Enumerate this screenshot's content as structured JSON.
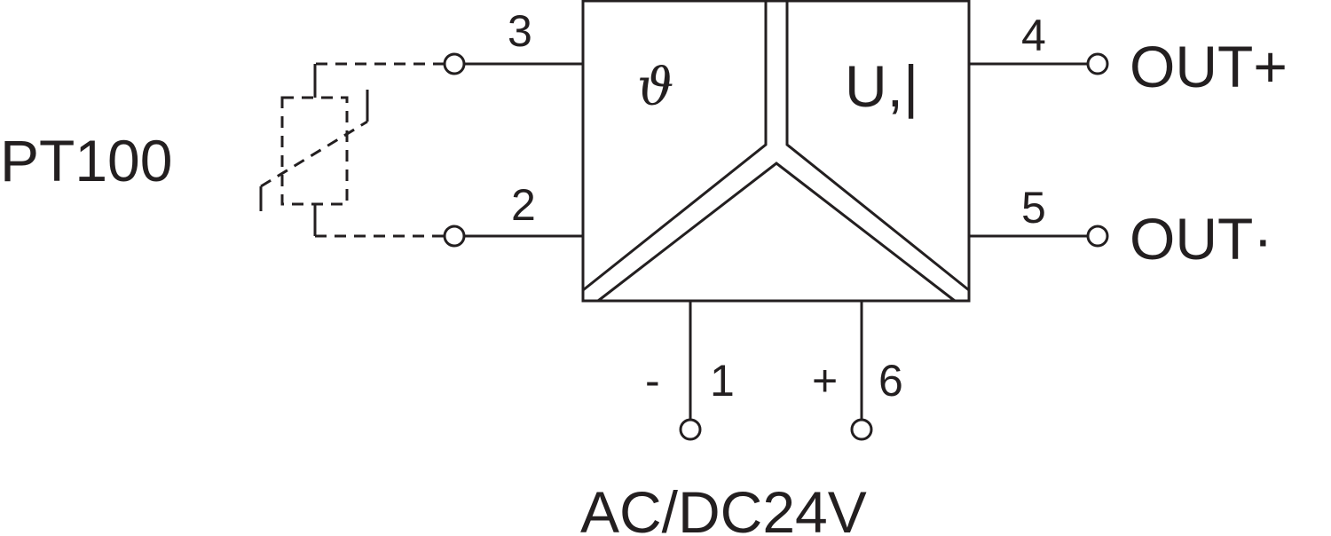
{
  "diagram": {
    "type": "wiring-schematic",
    "sensor": {
      "label": "PT100"
    },
    "module": {
      "input_symbol": "ϑ",
      "output_symbol": "U,|"
    },
    "terminals": {
      "t3": {
        "label": "3"
      },
      "t2": {
        "label": "2"
      },
      "t4": {
        "label": "4",
        "signal": "OUT+"
      },
      "t5": {
        "label": "5",
        "signal": "OUT·"
      },
      "t1": {
        "label": "1",
        "polarity": "-"
      },
      "t6": {
        "label": "6",
        "polarity": "+"
      }
    },
    "supply": {
      "label": "AC/DC24V"
    },
    "colors": {
      "ink": "#231f20",
      "background": "#ffffff"
    }
  }
}
